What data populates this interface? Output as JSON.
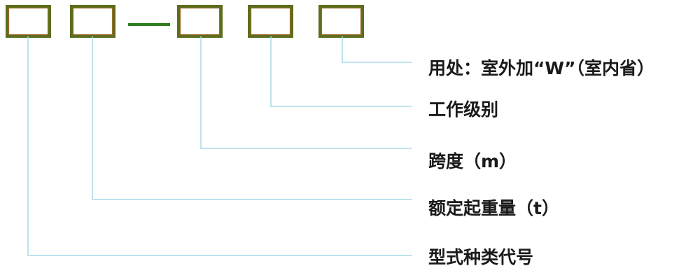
{
  "labels": {
    "usage": "用处：室外加“W”（室内省）",
    "work_class": "工作级别",
    "span": "跨度（m）",
    "rated_capacity": "额定起重量（t）",
    "type_code": "型式种类代号"
  },
  "colors": {
    "box_border": "#5a6e1e",
    "box_accent": "#a06a28",
    "dash": "#2e7d1e",
    "leader": "#a8d8ea",
    "text": "#1a1a1a"
  }
}
